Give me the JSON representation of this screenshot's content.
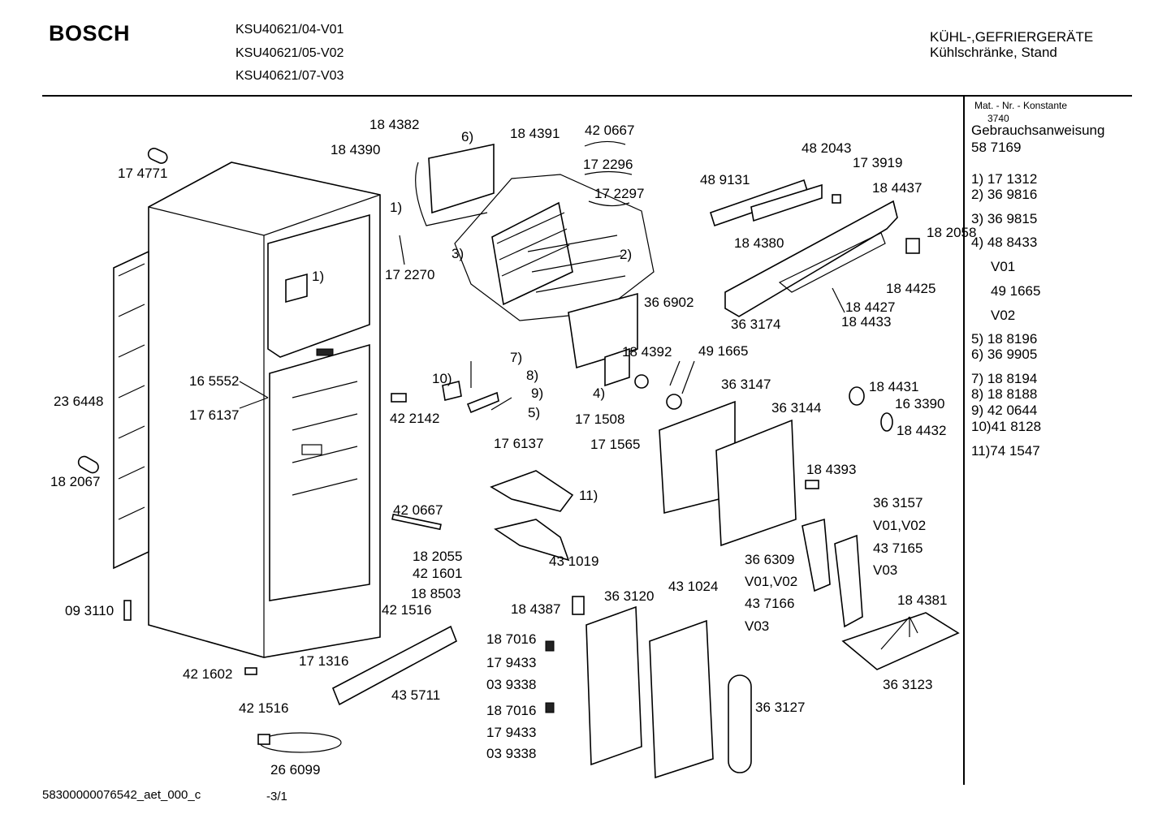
{
  "header": {
    "brand": "BOSCH",
    "models": [
      "KSU40621/04-V01",
      "KSU40621/05-V02",
      "KSU40621/07-V03"
    ],
    "category_1": "KÜHL-,GEFRIERGERÄTE",
    "category_2": "Kühlschränke, Stand"
  },
  "sidebar": {
    "mat_title": "Mat. - Nr. - Konstante",
    "mat_value": "3740",
    "manual_label": "Gebrauchsanweisung",
    "manual_number": "58 7169",
    "items": [
      "1) 17 1312",
      "2) 36 9816",
      "3) 36 9815",
      "4) 48 8433",
      "V01",
      "49 1665",
      "V02",
      "5) 18 8196",
      "6) 36 9905",
      "7) 18 8194",
      "8) 18 8188",
      "9) 42 0644",
      "10)41 8128",
      "11)74 1547"
    ]
  },
  "callouts": [
    "17 4771",
    "18 4382",
    "18 4390",
    "6)",
    "18 4391",
    "42 0667",
    "17 2296",
    "17 2297",
    "1)",
    "17 2270",
    "3)",
    "2)",
    "1)",
    "48 2043",
    "48 9131",
    "17 3919",
    "18 4437",
    "18 4380",
    "18 2058",
    "18 4425",
    "18 4427",
    "18 4433",
    "36 3174",
    "36 6902",
    "18 4392",
    "49 1665",
    "7)",
    "8)",
    "10)",
    "9)",
    "5)",
    "16 5552",
    "17 6137",
    "23 6448",
    "42 2142",
    "17 6137",
    "4)",
    "17 1508",
    "17 1565",
    "36 3147",
    "36 3144",
    "18 4431",
    "16 3390",
    "18 4432",
    "18 2067",
    "18 4393",
    "11)",
    "42 0667",
    "43 1019",
    "36 3157",
    "V01,V02",
    "43 7165",
    "V03",
    "18 2055",
    "42 1601",
    "18 8503",
    "42 1516",
    "36 6309",
    "V01,V02",
    "43 7166",
    "V03",
    "09 3110",
    "18 4387",
    "36 3120",
    "43 1024",
    "18 4381",
    "18 7016",
    "17 9433",
    "03 9338",
    "42 1602",
    "17 1316",
    "43 5711",
    "36 3123",
    "42 1516",
    "18 7016",
    "17 9433",
    "03 9338",
    "36 3127",
    "26 6099"
  ],
  "footer": {
    "doc_id": "58300000076542_aet_000_c",
    "page": "-3/1"
  }
}
